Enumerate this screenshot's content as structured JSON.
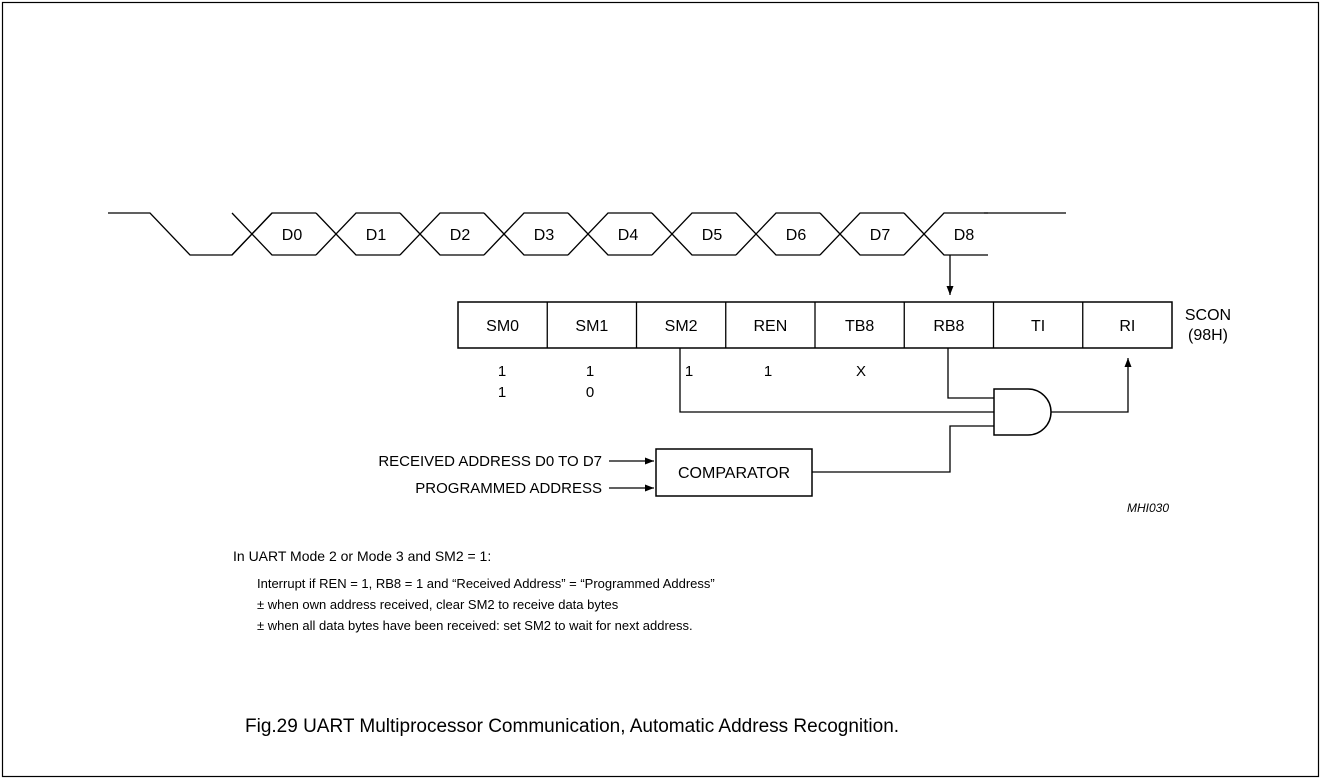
{
  "timing": {
    "bits": [
      "D0",
      "D1",
      "D2",
      "D3",
      "D4",
      "D5",
      "D6",
      "D7",
      "D8"
    ]
  },
  "scon": {
    "cells": [
      "SM0",
      "SM1",
      "SM2",
      "REN",
      "TB8",
      "RB8",
      "TI",
      "RI"
    ],
    "register_name": "SCON",
    "register_address": "(98H)",
    "value_row1": [
      "1",
      "1",
      "1",
      "1",
      "X"
    ],
    "value_row2": [
      "1",
      "0"
    ]
  },
  "comparator": {
    "label": "COMPARATOR",
    "input1": "RECEIVED ADDRESS D0 TO D7",
    "input2": "PROGRAMMED ADDRESS"
  },
  "figure_id": "MHI030",
  "notes": {
    "heading": "In UART Mode 2 or Mode 3 and SM2 = 1:",
    "line1": "Interrupt if REN = 1, RB8 = 1 and “Received Address” = “Programmed Address”",
    "line2": "± when own address received, clear SM2 to receive data bytes",
    "line3": "± when all data bytes have been received: set SM2 to wait for next address."
  },
  "caption": "Fig.29  UART Multiprocessor Communication, Automatic Address Recognition."
}
